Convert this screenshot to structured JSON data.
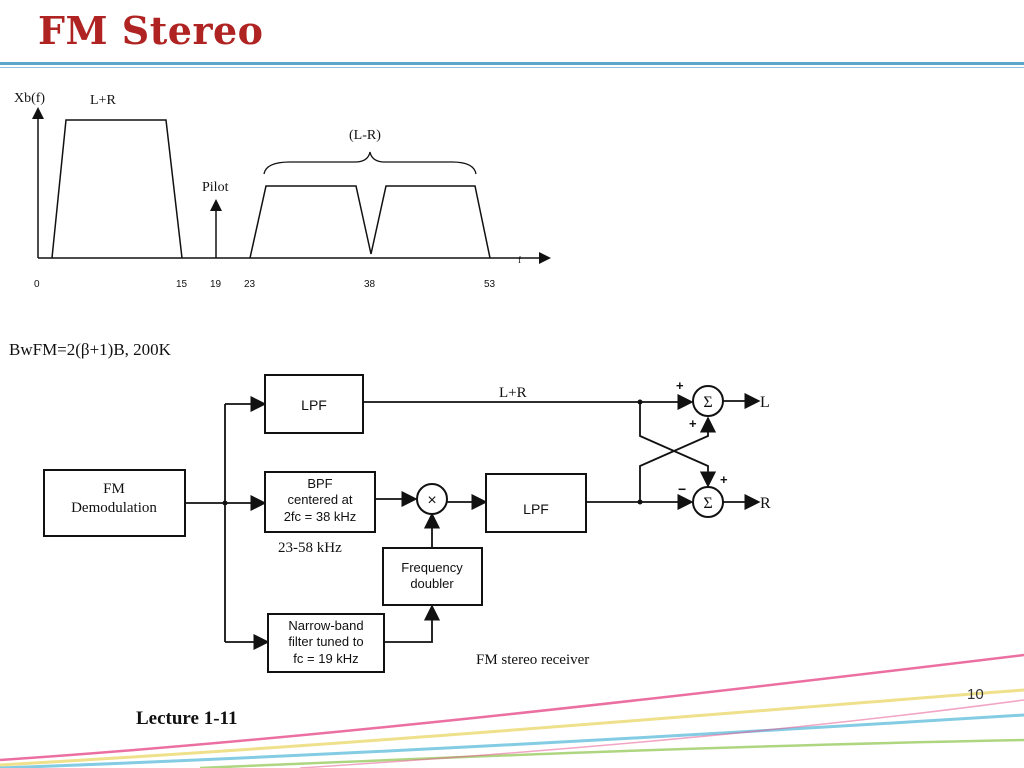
{
  "slide": {
    "title": "FM Stereo",
    "formula": "BwFM=2(β+1)B, 200K",
    "lecture": "Lecture 1-11",
    "page_number": "10"
  },
  "spectrum": {
    "y_label": "Xb(f)",
    "lr_sum_label": "L+R",
    "lr_diff_label": "(L-R)",
    "pilot_label": "Pilot",
    "axis_arrow_label": "f",
    "ticks": [
      "0",
      "15",
      "19",
      "23",
      "38",
      "53"
    ]
  },
  "receiver": {
    "demod_line1": "FM",
    "demod_line2": "Demodulation",
    "lpf_top": "LPF",
    "bpf_line1": "BPF",
    "bpf_line2": "centered at",
    "bpf_line3": "2fc = 38 kHz",
    "bpf_band": "23-58 kHz",
    "multiplier": "×",
    "lpf_mid": "LPF",
    "doubler_line1": "Frequency",
    "doubler_line2": "doubler",
    "nb_line1": "Narrow-band",
    "nb_line2": "filter tuned to",
    "nb_line3": "fc = 19 kHz",
    "sum_path_label": "L+R",
    "sigma": "Σ",
    "plus": "+",
    "minus": "−",
    "out_left": "L",
    "out_right": "R",
    "caption": "FM stereo receiver"
  },
  "colors": {
    "title": "#b02323",
    "rule": "#5aa6c8",
    "swoosh_pink": "#e64b8a",
    "swoosh_yellow": "#e8d35a",
    "swoosh_cyan": "#4fb6d8",
    "swoosh_green": "#8bc34a"
  }
}
